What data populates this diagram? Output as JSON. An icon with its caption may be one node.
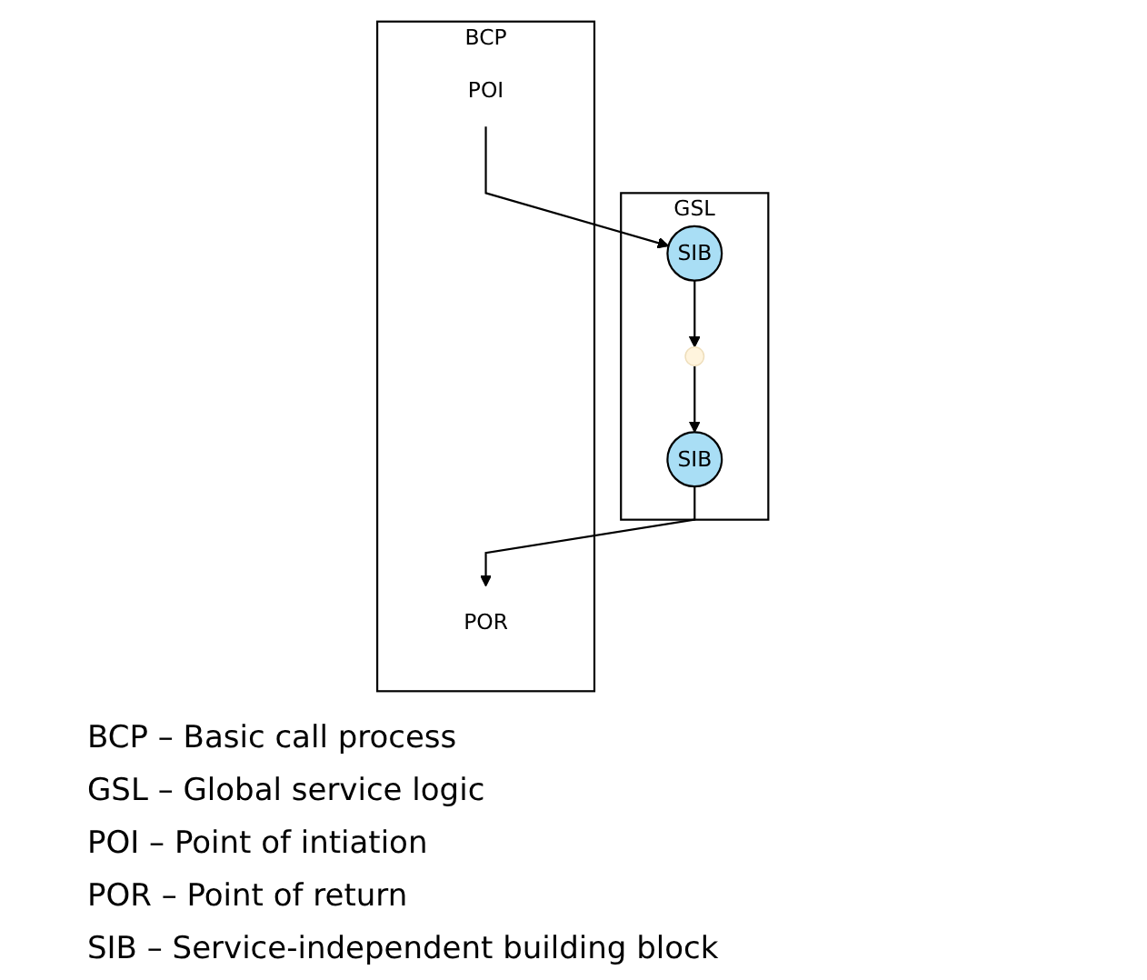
{
  "diagram": {
    "nodes": [
      {
        "text": [
          "GSL"
        ]
      },
      {
        "text": [
          "SIB"
        ],
        "in": 0
      },
      {
        "text": [],
        "shape": "dots",
        "in": 0
      },
      {
        "text": [
          "SIB"
        ],
        "in": 0
      },
      {
        "text": [
          "BCP"
        ]
      },
      {
        "text": [
          "POI"
        ],
        "in": 4
      },
      {
        "text": [
          "POR"
        ],
        "in": 4
      }
    ],
    "edges": [
      {
        "from": 5,
        "to": 1,
        "arrow": "to"
      },
      {
        "from": 1,
        "to": 2,
        "arrow": "to"
      },
      {
        "from": 2,
        "to": 3,
        "arrow": "to"
      },
      {
        "from": 3,
        "to": 6,
        "arrow": "to"
      }
    ],
    "labels": [
      "BCP – Basic call process",
      "GSL – Global service logic",
      "POI – Point of intiation",
      "POR – Point of return",
      "SIB – Service-independent building block"
    ]
  }
}
